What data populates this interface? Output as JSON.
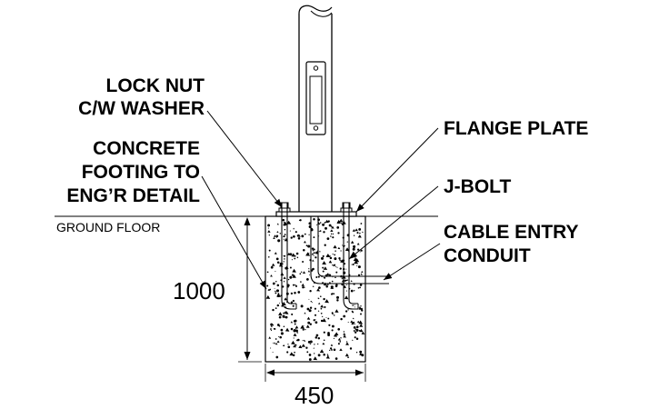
{
  "labels": {
    "lock_nut_line1": "LOCK NUT",
    "lock_nut_line2": "C/W WASHER",
    "concrete_line1": "CONCRETE",
    "concrete_line2": "FOOTING TO",
    "concrete_line3": "ENG’R DETAIL",
    "flange_plate": "FLANGE PLATE",
    "j_bolt": "J-BOLT",
    "cable_line1": "CABLE ENTRY",
    "cable_line2": "CONDUIT",
    "ground_floor": "GROUND FLOOR"
  },
  "dimensions": {
    "depth": "1000",
    "width": "450"
  }
}
